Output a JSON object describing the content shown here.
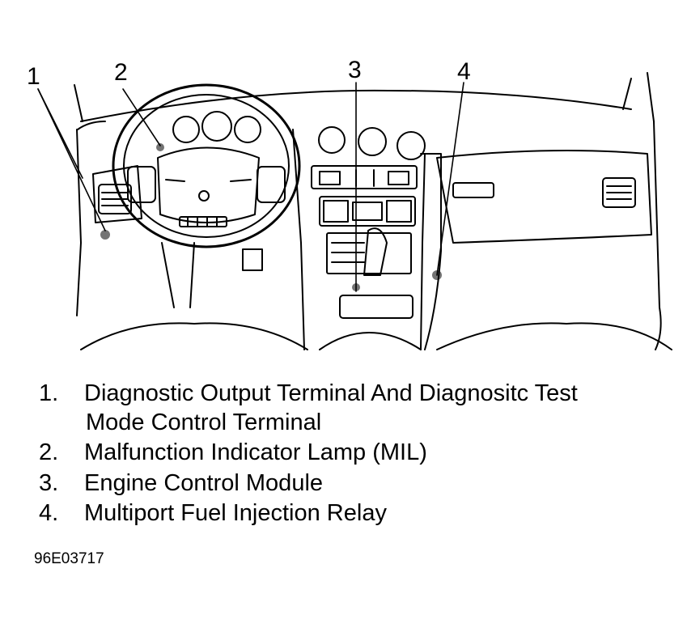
{
  "callouts": [
    {
      "num": "1"
    },
    {
      "num": "2"
    },
    {
      "num": "3"
    },
    {
      "num": "4"
    }
  ],
  "legend": [
    {
      "num": "1.",
      "text": "Diagnostic Output Terminal And Diagnositc Test",
      "text2": "Mode Control Terminal"
    },
    {
      "num": "2.",
      "text": "Malfunction Indicator Lamp (MIL)"
    },
    {
      "num": "3.",
      "text": "Engine Control Module"
    },
    {
      "num": "4.",
      "text": "Multiport Fuel Injection Relay"
    }
  ],
  "figure_id": "96E03717"
}
